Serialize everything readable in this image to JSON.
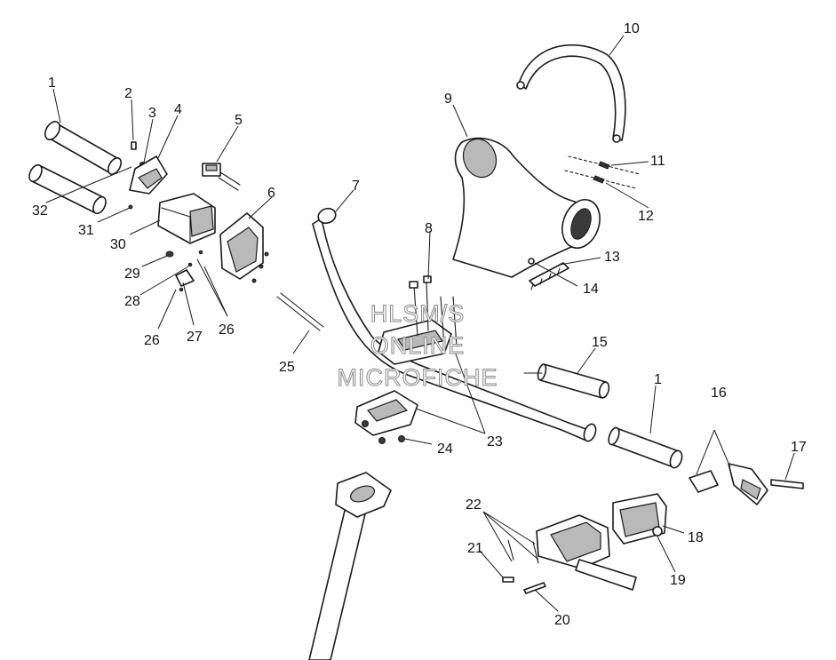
{
  "diagram": {
    "callouts": [
      {
        "id": "c1a",
        "text": "1"
      },
      {
        "id": "c2",
        "text": "2"
      },
      {
        "id": "c3",
        "text": "3"
      },
      {
        "id": "c4",
        "text": "4"
      },
      {
        "id": "c5",
        "text": "5"
      },
      {
        "id": "c6",
        "text": "6"
      },
      {
        "id": "c7",
        "text": "7"
      },
      {
        "id": "c8",
        "text": "8"
      },
      {
        "id": "c9",
        "text": "9"
      },
      {
        "id": "c10",
        "text": "10"
      },
      {
        "id": "c11",
        "text": "11"
      },
      {
        "id": "c12",
        "text": "12"
      },
      {
        "id": "c13",
        "text": "13"
      },
      {
        "id": "c14",
        "text": "14"
      },
      {
        "id": "c15",
        "text": "15"
      },
      {
        "id": "c1b",
        "text": "1"
      },
      {
        "id": "c16",
        "text": "16"
      },
      {
        "id": "c17",
        "text": "17"
      },
      {
        "id": "c18",
        "text": "18"
      },
      {
        "id": "c19",
        "text": "19"
      },
      {
        "id": "c20",
        "text": "20"
      },
      {
        "id": "c21",
        "text": "21"
      },
      {
        "id": "c22",
        "text": "22"
      },
      {
        "id": "c23",
        "text": "23"
      },
      {
        "id": "c24",
        "text": "24"
      },
      {
        "id": "c25",
        "text": "25"
      },
      {
        "id": "c26a",
        "text": "26"
      },
      {
        "id": "c26b",
        "text": "26"
      },
      {
        "id": "c27",
        "text": "27"
      },
      {
        "id": "c28",
        "text": "28"
      },
      {
        "id": "c29",
        "text": "29"
      },
      {
        "id": "c30",
        "text": "30"
      },
      {
        "id": "c31",
        "text": "31"
      },
      {
        "id": "c32",
        "text": "32"
      }
    ],
    "watermark": {
      "line1": "HLSM/S",
      "line2": "ONLINE",
      "line3": "MICROFICHE"
    }
  }
}
